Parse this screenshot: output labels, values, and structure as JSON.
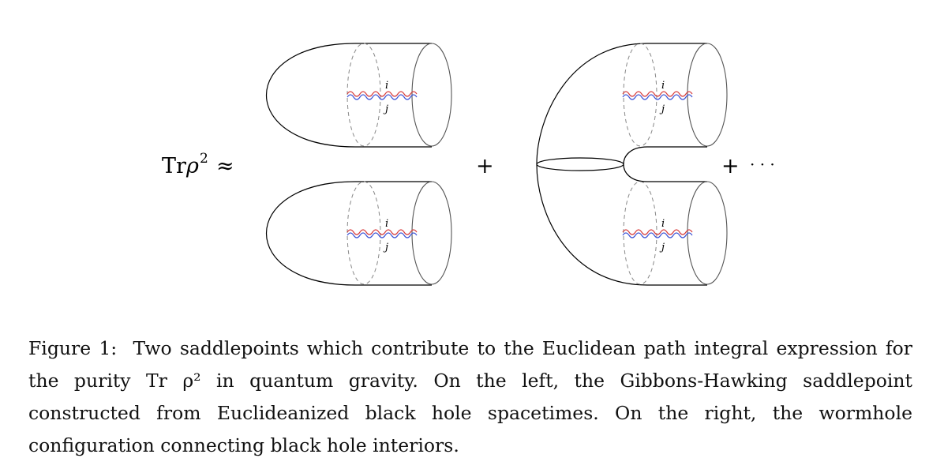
{
  "equation": {
    "lhs_tr": "Tr",
    "lhs_rho": "ρ",
    "lhs_exp": "2",
    "approx": "≈",
    "plus_mid": "+",
    "plus_end": "+",
    "dots": "· · ·"
  },
  "diagram": {
    "index_upper": "i",
    "index_lower": "j"
  },
  "caption": {
    "label": "Figure 1:",
    "text": "Two saddlepoints which contribute to the Euclidean path integral expression for the purity Tr ρ² in quantum gravity. On the left, the Gibbons-Hawking saddlepoint constructed from Euclideanized black hole spacetimes. On the right, the wormhole configuration connecting black hole interiors."
  }
}
